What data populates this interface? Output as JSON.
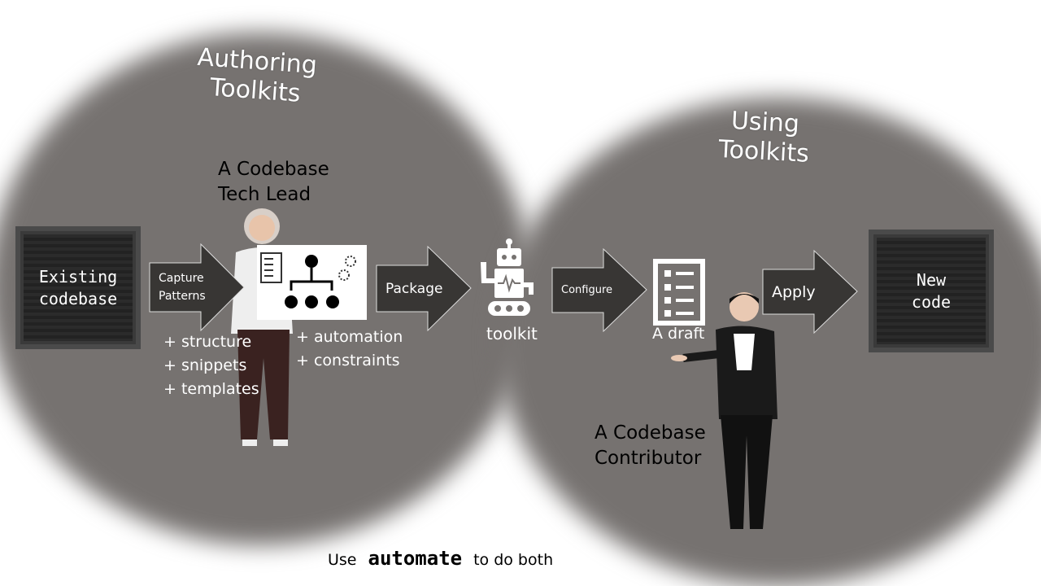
{
  "authoring": {
    "title": "Authoring\nToolkits"
  },
  "using": {
    "title": "Using\nToolkits"
  },
  "existing_codebase": "Existing\ncodebase",
  "new_code": "New\ncode",
  "tech_lead": "A Codebase\nTech Lead",
  "contributor": "A Codebase\nContributor",
  "arrows": {
    "capture": "Capture\nPatterns",
    "package": "Package",
    "configure": "Configure",
    "apply": "Apply"
  },
  "left_features": "+ structure\n+ snippets\n+ templates",
  "right_features": "+ automation\n+ constraints",
  "toolkit_label": "toolkit",
  "draft_label": "A draft",
  "footer": {
    "prefix": "Use",
    "command": "automate",
    "suffix": "to do both"
  }
}
